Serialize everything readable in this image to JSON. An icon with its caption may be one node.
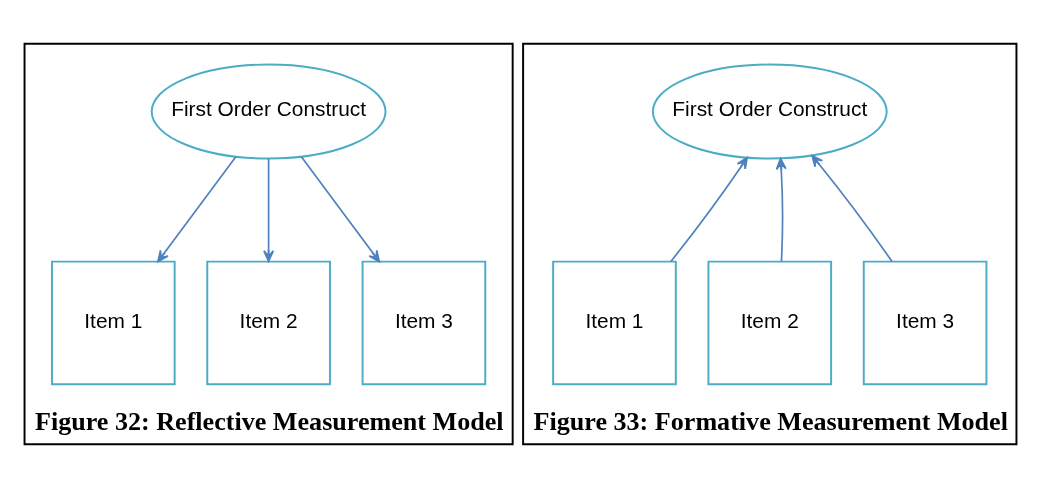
{
  "diagram": {
    "nodes": [
      {
        "text": [
          "Figure 32: Reflective Measurement Model"
        ]
      },
      {
        "text": [
          "First Order Construct"
        ],
        "in": 0
      },
      {
        "text": [
          "Item 1"
        ],
        "in": 0
      },
      {
        "text": [
          "Item 2"
        ],
        "in": 0
      },
      {
        "text": [
          "Item 3"
        ],
        "in": 0
      },
      {
        "text": [
          "Figure 33: Formative Measurement Model"
        ]
      },
      {
        "text": [
          "First Order Construct"
        ],
        "in": 5
      },
      {
        "text": [
          "Item 1"
        ],
        "in": 5
      },
      {
        "text": [
          "Item 2"
        ],
        "in": 5
      },
      {
        "text": [
          "Item 3"
        ],
        "in": 5
      }
    ],
    "edges": [
      {
        "from": 1,
        "to": 2,
        "arrow": "to"
      },
      {
        "from": 1,
        "to": 3,
        "arrow": "to"
      },
      {
        "from": 1,
        "to": 4,
        "arrow": "to"
      },
      {
        "from": 7,
        "to": 6,
        "arrow": "to"
      },
      {
        "from": 8,
        "to": 6,
        "arrow": "to"
      },
      {
        "from": 9,
        "to": 6,
        "arrow": "to"
      }
    ]
  }
}
